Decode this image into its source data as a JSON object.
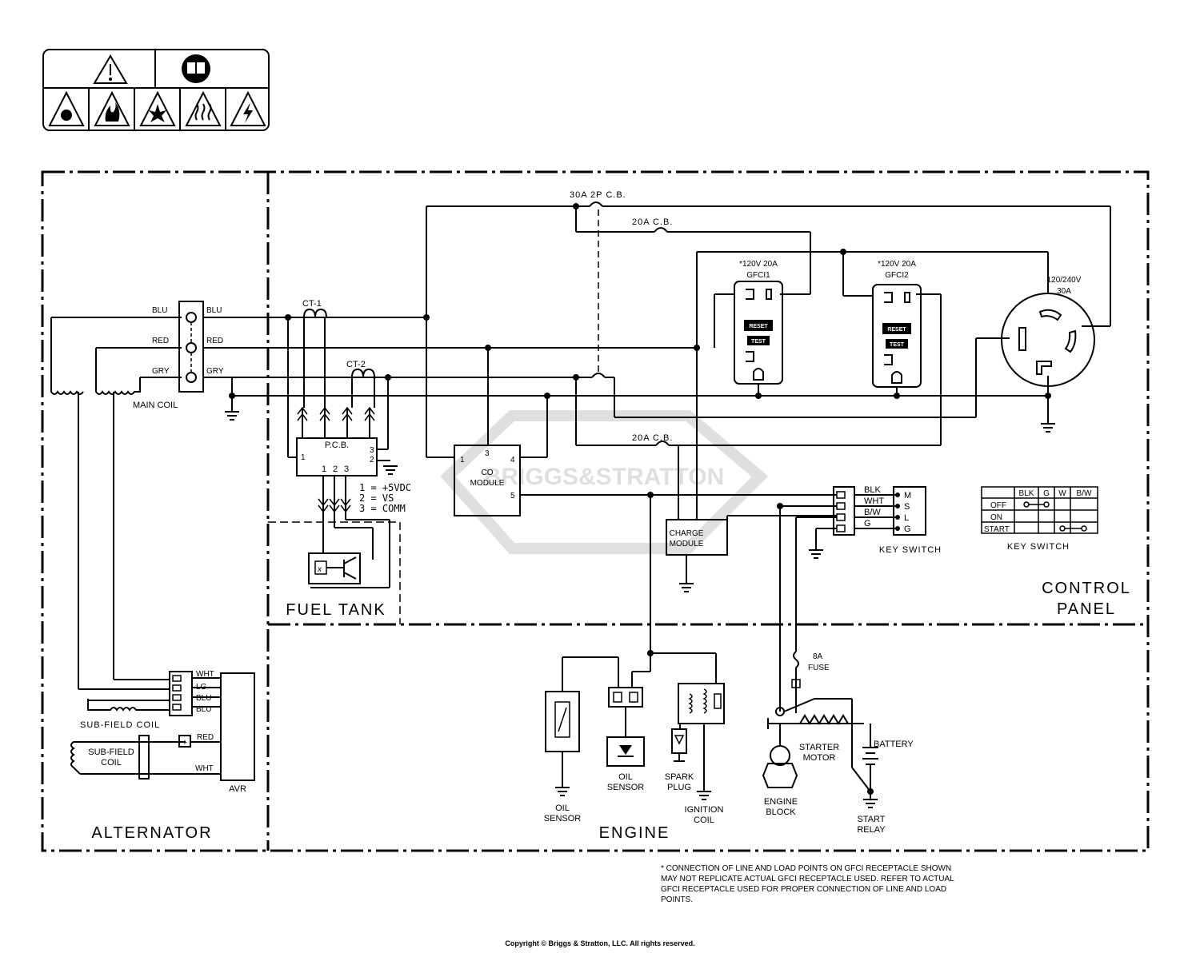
{
  "sections": {
    "alternator": "ALTERNATOR",
    "engine": "ENGINE",
    "control_panel_1": "CONTROL",
    "control_panel_2": "PANEL",
    "fuel_tank": "FUEL TANK"
  },
  "wire_colors": {
    "blu": "BLU",
    "red": "RED",
    "gry": "GRY",
    "wht": "WHT",
    "lg": "LG",
    "blk": "BLK",
    "bw": "B/W",
    "g": "G"
  },
  "labels": {
    "main_coil": "MAIN COIL",
    "ct1": "CT-1",
    "ct2": "CT-2",
    "pcb": "P.C.B.",
    "pcb_legend_1": "1 = +5VDC",
    "pcb_legend_2": "2 = VS",
    "pcb_legend_3": "3 = COMM",
    "cb_30a": "30A 2P C.B.",
    "cb_20a_top": "20A C.B.",
    "cb_20a_bottom": "20A C.B.",
    "gfci1_line1": "*120V 20A",
    "gfci1_line2": "GFCI1",
    "gfci2_line1": "*120V 20A",
    "gfci2_line2": "GFCI2",
    "outlet_line1": "120/240V",
    "outlet_line2": "30A",
    "co_module_1": "CO",
    "co_module_2": "MODULE",
    "charge_module_1": "CHARGE",
    "charge_module_2": "MODULE",
    "key_switch": "KEY SWITCH",
    "key_switch_table_title": "KEY SWITCH",
    "sub_field_coil": "SUB-FIELD COIL",
    "sub_field_coil_2a": "SUB-FIELD",
    "sub_field_coil_2b": "COIL",
    "avr": "AVR",
    "oil_sensor_1a": "OIL",
    "oil_sensor_1b": "SENSOR",
    "oil_sensor_2a": "OIL",
    "oil_sensor_2b": "SENSOR",
    "spark_plug_a": "SPARK",
    "spark_plug_b": "PLUG",
    "ignition_coil_a": "IGNITION",
    "ignition_coil_b": "COIL",
    "starter_motor_a": "STARTER",
    "starter_motor_b": "MOTOR",
    "engine_block_a": "ENGINE",
    "engine_block_b": "BLOCK",
    "start_relay_a": "START",
    "start_relay_b": "RELAY",
    "battery": "BATTERY",
    "fuse_a": "8A",
    "fuse_b": "FUSE",
    "reset": "RESET",
    "test": "TEST",
    "watermark": "BRIGGS&STRATTON"
  },
  "pins": {
    "p1": "1",
    "p2": "2",
    "p3": "3",
    "p4": "4",
    "p5": "5",
    "m": "M",
    "s": "S",
    "l": "L",
    "g": "G"
  },
  "key_switch_table": {
    "headers": [
      "BLK",
      "G",
      "W",
      "B/W"
    ],
    "rows": [
      "OFF",
      "ON",
      "START"
    ]
  },
  "footnote": "* CONNECTION OF LINE AND LOAD POINTS ON GFCI RECEPTACLE SHOWN MAY NOT REPLICATE ACTUAL GFCI RECEPTACLE USED. REFER TO ACTUAL GFCI RECEPTACLE USED FOR PROPER CONNECTION OF LINE AND LOAD POINTS.",
  "copyright": "Copyright © Briggs & Stratton, LLC. All rights reserved."
}
